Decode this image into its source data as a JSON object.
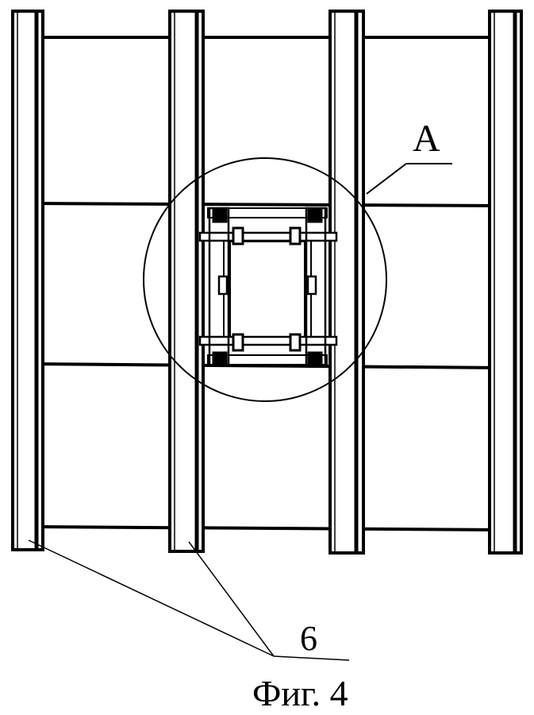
{
  "figure": {
    "detail_label": "A",
    "part_number": "6",
    "caption": "Фиг. 4"
  },
  "colors": {
    "ink": "#000000",
    "background": "#ffffff"
  }
}
